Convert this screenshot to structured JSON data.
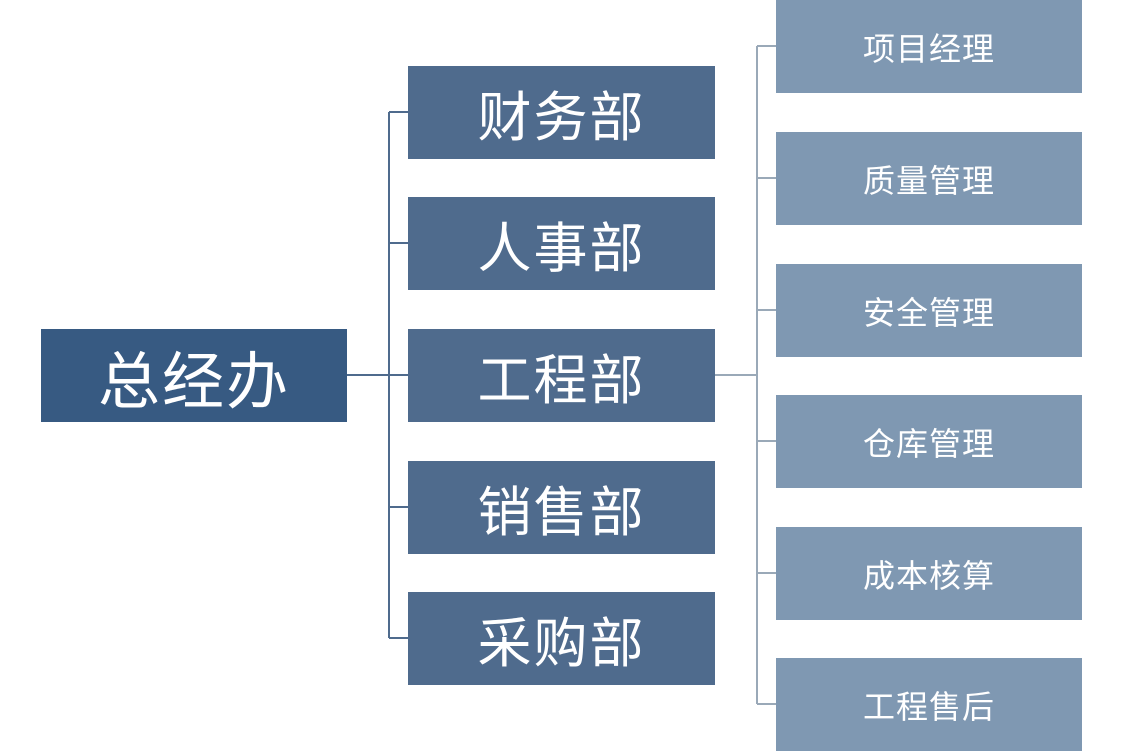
{
  "org_chart": {
    "root": {
      "label": "总经办"
    },
    "departments": [
      {
        "label": "财务部"
      },
      {
        "label": "人事部"
      },
      {
        "label": "工程部"
      },
      {
        "label": "销售部"
      },
      {
        "label": "采购部"
      }
    ],
    "engineering_units": [
      {
        "label": "项目经理"
      },
      {
        "label": "质量管理"
      },
      {
        "label": "安全管理"
      },
      {
        "label": "仓库管理"
      },
      {
        "label": "成本核算"
      },
      {
        "label": "工程售后"
      }
    ]
  },
  "colors": {
    "root_fill": "#375a82",
    "department_fill": "#4f6b8d",
    "unit_fill": "#7f98b2",
    "root_connector": "#4f6b8d",
    "unit_connector": "#9aa9b8",
    "text": "#ffffff"
  }
}
